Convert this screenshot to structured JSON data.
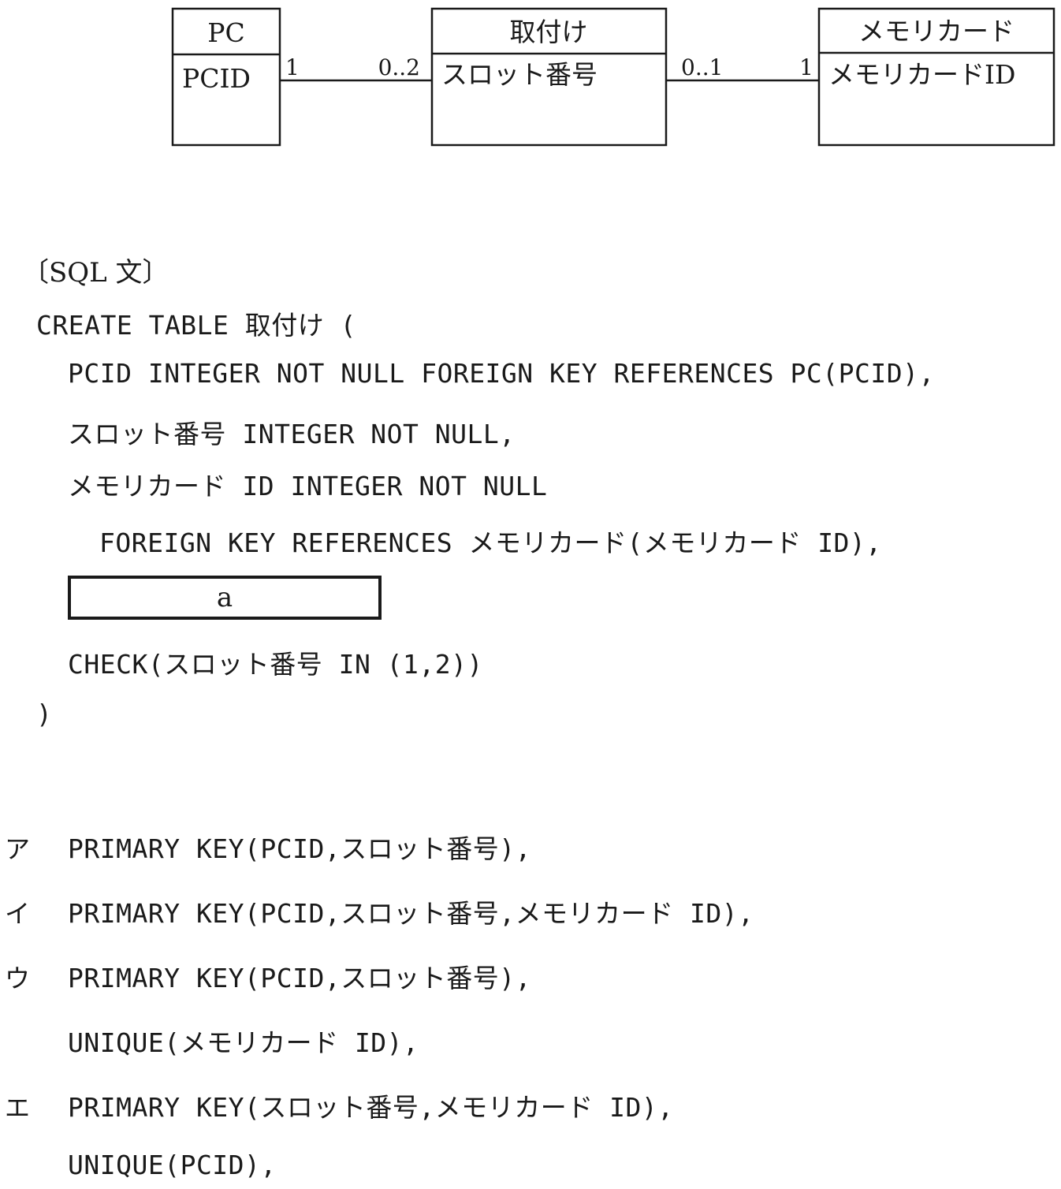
{
  "diagram": {
    "entities": [
      {
        "id": "pc",
        "name": "PC",
        "attribute": "PCID"
      },
      {
        "id": "mount",
        "name": "取付け",
        "attribute": "スロット番号"
      },
      {
        "id": "memcard",
        "name": "メモリカード",
        "attribute": "メモリカードID"
      }
    ],
    "associations": [
      {
        "from": "pc",
        "to": "mount",
        "from_mult": "1",
        "to_mult": "0..2"
      },
      {
        "from": "mount",
        "to": "memcard",
        "from_mult": "0..1",
        "to_mult": "1"
      }
    ]
  },
  "sql": {
    "section_title": "〔SQL 文〕",
    "lines": [
      "CREATE TABLE 取付け (",
      "PCID INTEGER NOT NULL FOREIGN KEY REFERENCES PC(PCID),",
      "スロット番号 INTEGER NOT NULL,",
      "メモリカード ID INTEGER NOT NULL",
      "FOREIGN KEY REFERENCES メモリカード(メモリカード ID),",
      "CHECK(スロット番号 IN (1,2))",
      ")"
    ],
    "blank_label": "a"
  },
  "choices": [
    {
      "mark": "ア",
      "lines": [
        "PRIMARY KEY(PCID,スロット番号),"
      ]
    },
    {
      "mark": "イ",
      "lines": [
        "PRIMARY KEY(PCID,スロット番号,メモリカード ID),"
      ]
    },
    {
      "mark": "ウ",
      "lines": [
        "PRIMARY KEY(PCID,スロット番号),",
        "UNIQUE(メモリカード ID),"
      ]
    },
    {
      "mark": "エ",
      "lines": [
        "PRIMARY KEY(スロット番号,メモリカード ID),",
        "UNIQUE(PCID),"
      ]
    }
  ]
}
